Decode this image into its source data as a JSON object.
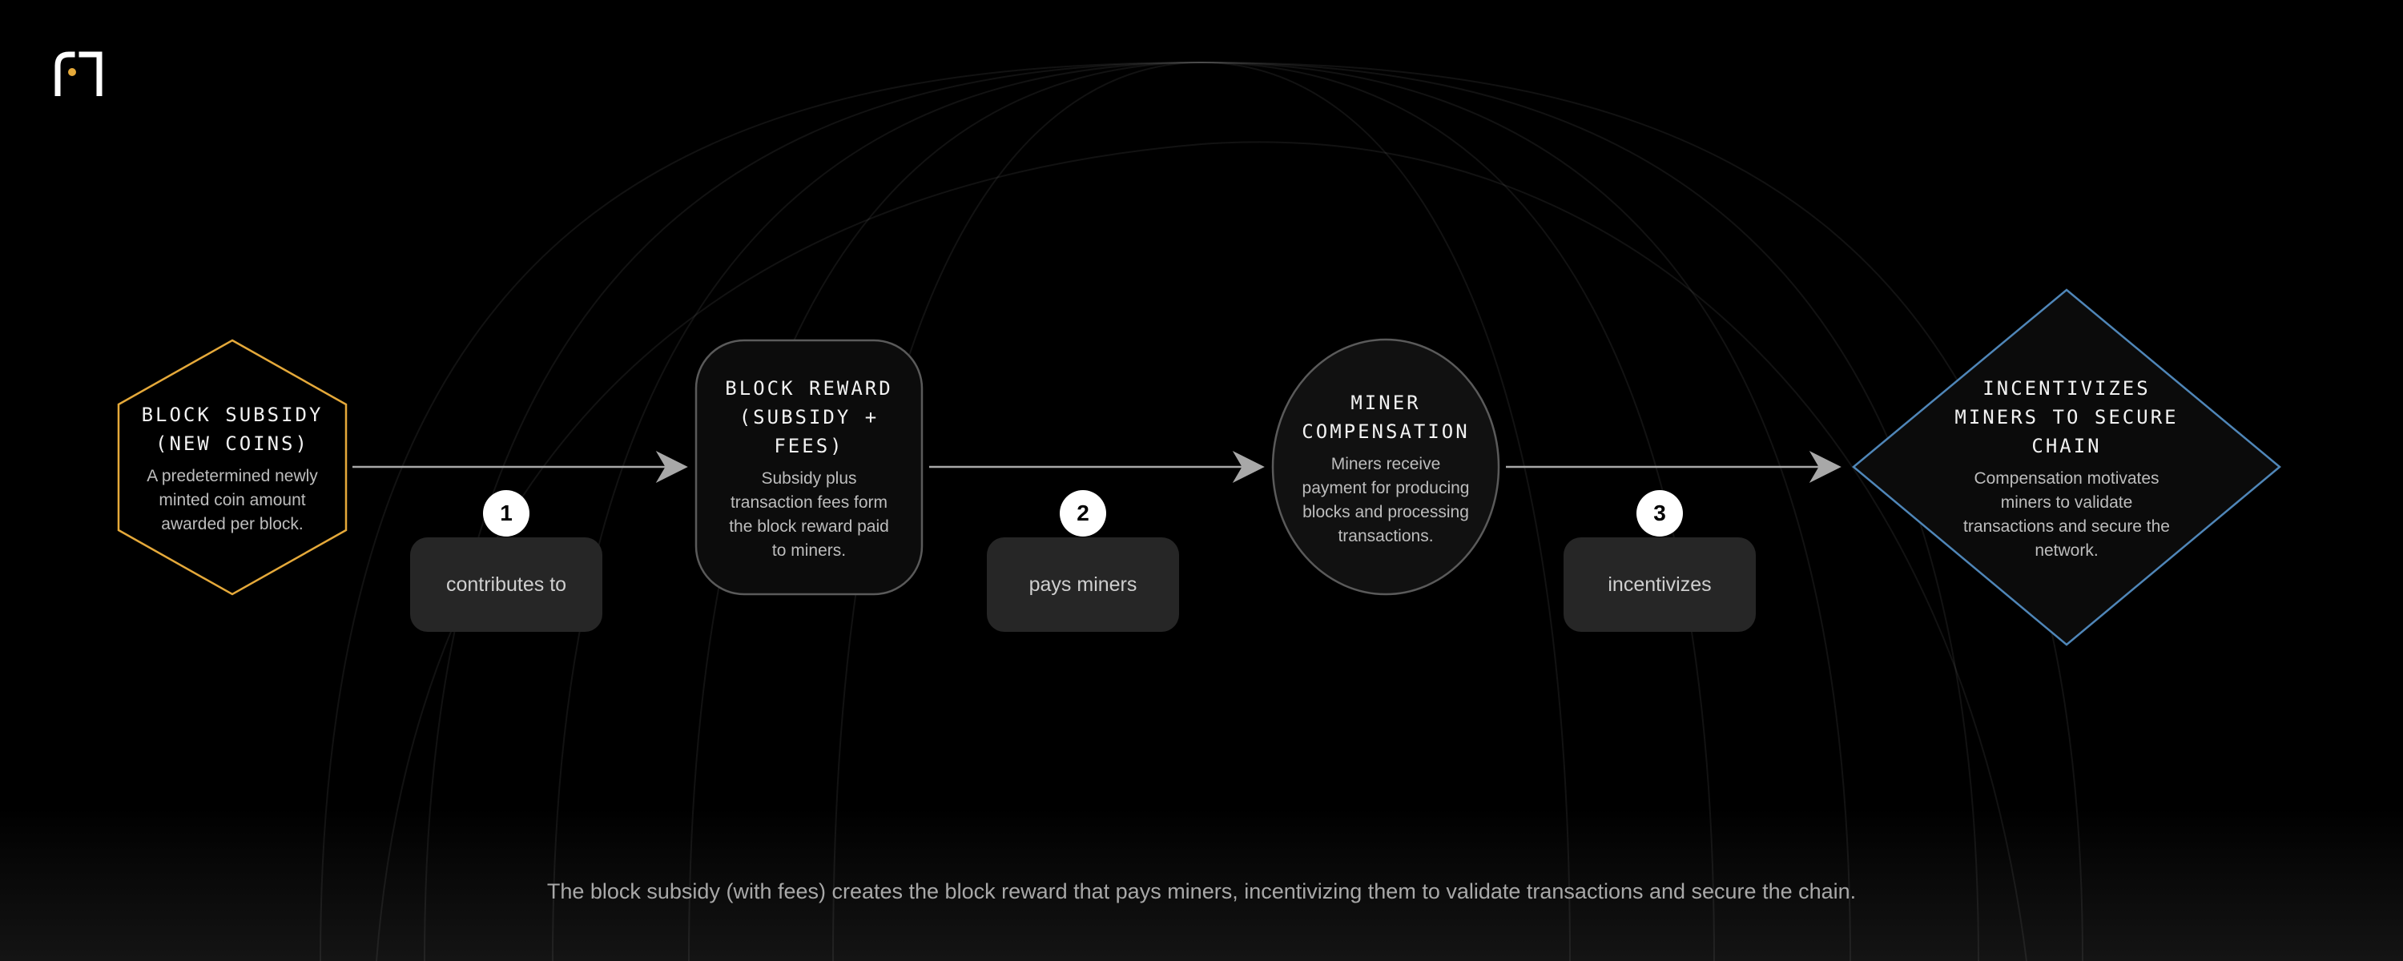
{
  "colors": {
    "background": "#000000",
    "subsidy_accent": "#e5a93a",
    "reward_border": "#5a5a5a",
    "compensation_border": "#5a5a5a",
    "secure_accent": "#4f86b8",
    "pill_fill": "#262626",
    "badge_fill": "#ffffff"
  },
  "logo": {
    "icon": "brand-logo-icon"
  },
  "nodes": {
    "subsidy": {
      "shape": "hexagon",
      "title": "BLOCK SUBSIDY\n(NEW COINS)",
      "description": "A predetermined newly\nminted coin amount\nawarded per block."
    },
    "reward": {
      "shape": "rounded-rectangle",
      "title": "BLOCK REWARD\n(SUBSIDY +\nFEES)",
      "description": "Subsidy plus\ntransaction fees form\nthe block reward paid\nto miners."
    },
    "compensation": {
      "shape": "ellipse",
      "title": "MINER\nCOMPENSATION",
      "description": "Miners receive\npayment for producing\nblocks and processing\ntransactions."
    },
    "secure": {
      "shape": "diamond",
      "title": "INCENTIVIZES\nMINERS TO SECURE\nCHAIN",
      "description": "Compensation motivates\nminers to validate\ntransactions and secure the\nnetwork."
    }
  },
  "edges": [
    {
      "from": "subsidy",
      "to": "reward",
      "step": "1",
      "label": "contributes to"
    },
    {
      "from": "reward",
      "to": "compensation",
      "step": "2",
      "label": "pays miners"
    },
    {
      "from": "compensation",
      "to": "secure",
      "step": "3",
      "label": "incentivizes"
    }
  ],
  "caption": "The block subsidy (with fees) creates the block reward that pays miners, incentivizing them to validate transactions and secure the chain."
}
